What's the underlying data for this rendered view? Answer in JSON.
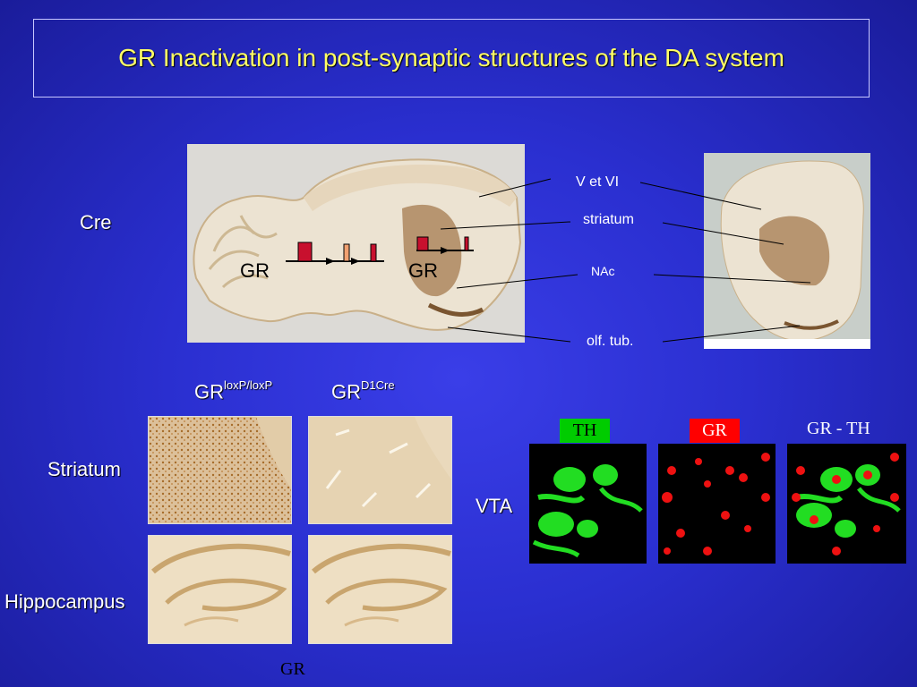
{
  "slide": {
    "title": "GR Inactivation in post-synaptic structures of the DA system"
  },
  "labels": {
    "cre": "Cre",
    "gr_left": "GR",
    "gr_right": "GR",
    "v_et_vi": "V et VI",
    "striatum_anno": "striatum",
    "nac": "NAc",
    "olf_tub": "olf. tub.",
    "col1_base": "GR",
    "col1_sup": "loxP/loxP",
    "col2_base": "GR",
    "col2_sup": "D1Cre",
    "row_striatum": "Striatum",
    "row_hippocampus": "Hippocampus",
    "bottom_gr": "GR",
    "vta": "VTA",
    "th_tag": "TH",
    "gr_tag": "GR",
    "merge_label": "GR - TH"
  },
  "colors": {
    "title": "#ffff66",
    "th_tag_bg": "#00cc00",
    "gr_tag_bg": "#ff0000",
    "tissue_brown": "#b08a5a"
  }
}
